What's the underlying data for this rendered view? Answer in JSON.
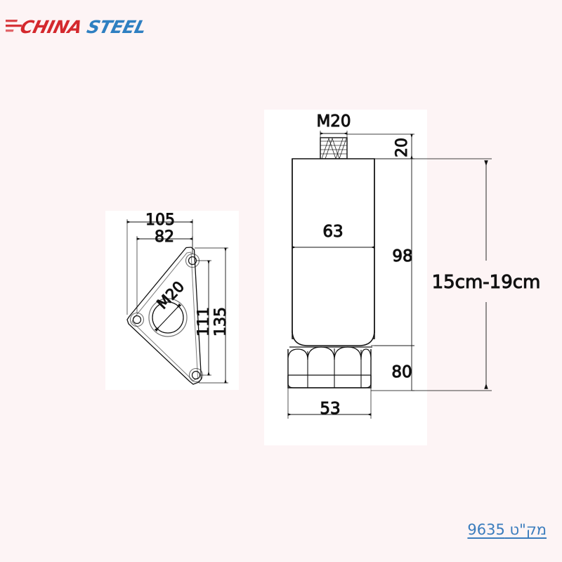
{
  "page": {
    "background_color": "#fdf4f5",
    "panel_color": "#ffffff",
    "line_color": "#111111"
  },
  "logo": {
    "word_1": "CHINA",
    "word_2": "STEEL",
    "color_1": "#d4282d",
    "color_2": "#2e7fc1",
    "name": "china-steel-logo"
  },
  "top_view": {
    "title": "mounting-plate-top-view",
    "dimensions": {
      "width_overall": "105",
      "width_inner": "82",
      "height_inner": "111",
      "height_overall": "135",
      "center_thread": "M20"
    }
  },
  "front_view": {
    "title": "leveling-foot-front-view",
    "dimensions": {
      "stud_thread": "M20",
      "stud_height": "20",
      "body_width": "63",
      "body_height": "98",
      "foot_height": "80",
      "foot_width": "53",
      "overall_range": "15cm-19cm"
    }
  },
  "catalog": {
    "label": "מק\"ט 9635",
    "color": "#3a7cbd"
  }
}
